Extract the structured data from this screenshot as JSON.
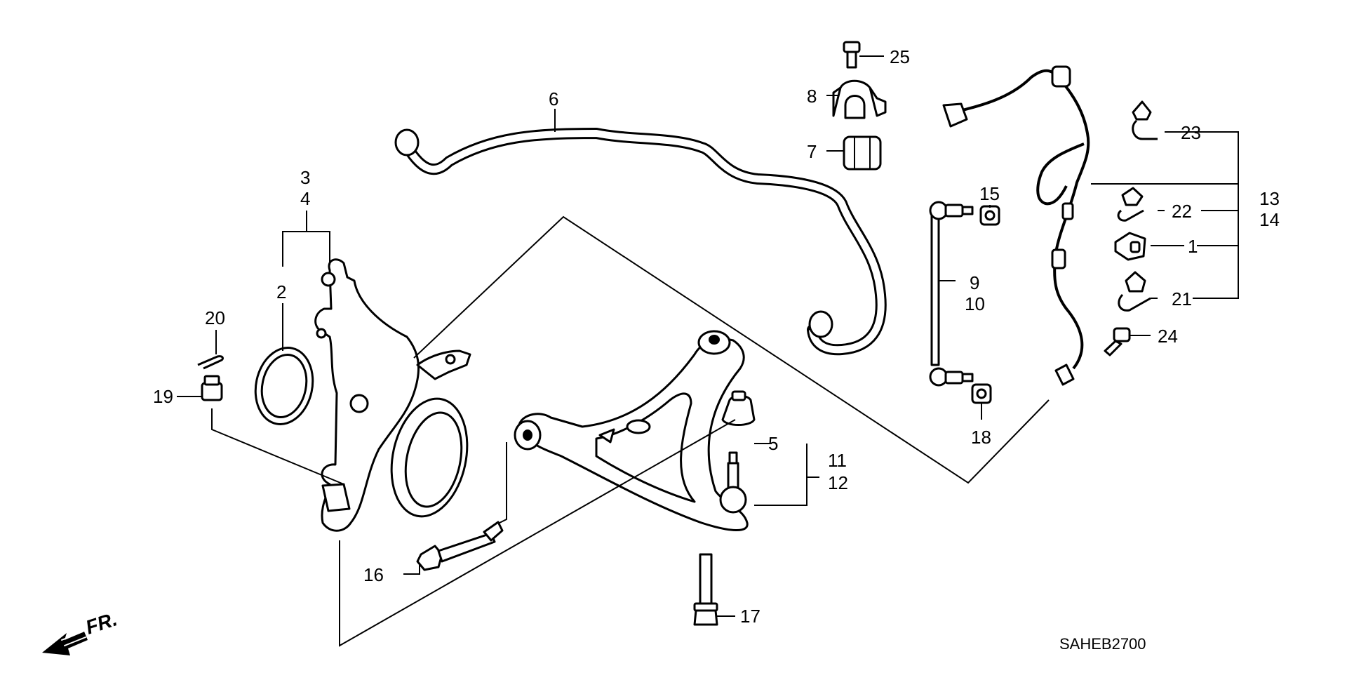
{
  "diagram_code": "SAHEB2700",
  "direction_label": "FR.",
  "callouts": {
    "c1": "1",
    "c2": "2",
    "c3": "3",
    "c4": "4",
    "c5": "5",
    "c6": "6",
    "c7": "7",
    "c8": "8",
    "c9": "9",
    "c10": "10",
    "c11": "11",
    "c12": "12",
    "c13": "13",
    "c14": "14",
    "c15": "15",
    "c16": "16",
    "c17": "17",
    "c18": "18",
    "c19": "19",
    "c20": "20",
    "c21": "21",
    "c22": "22",
    "c23": "23",
    "c24": "24",
    "c25": "25"
  }
}
